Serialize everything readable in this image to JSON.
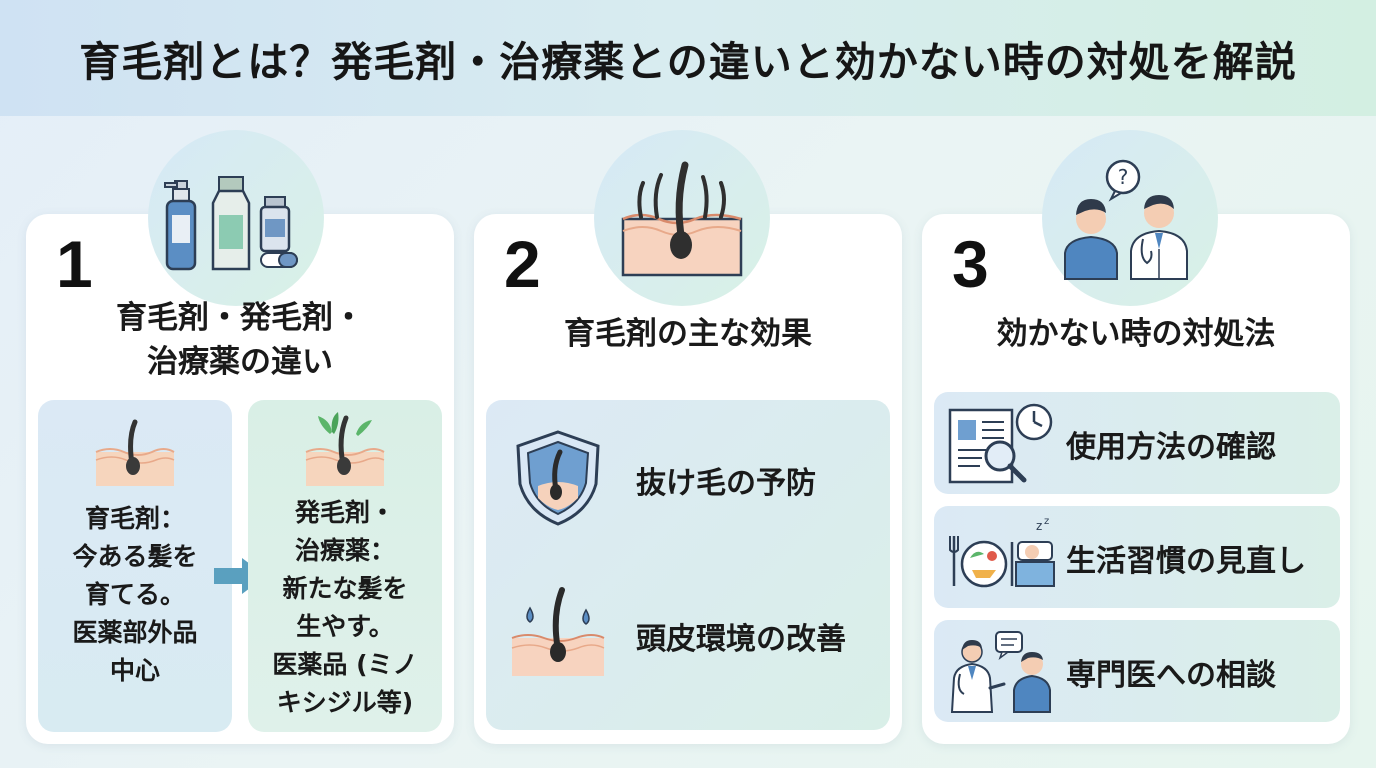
{
  "title": "育毛剤とは？発毛剤・治療薬との違いと効かない時の対処を解説",
  "cards": [
    {
      "number": "1",
      "title_line1": "育毛剤・発毛剤・",
      "title_line2": "治療薬の違い",
      "left_box": {
        "lines": [
          "育毛剤：",
          "今ある髪を",
          "育てる。",
          "医薬部外品",
          "中心"
        ]
      },
      "right_box": {
        "lines": [
          "発毛剤・",
          "治療薬：",
          "新たな髪を",
          "生やす。",
          "医薬品 (ミノ",
          "キシジル等)"
        ]
      }
    },
    {
      "number": "2",
      "title": "育毛剤の主な効果",
      "effects": [
        "抜け毛の予防",
        "頭皮環境の改善"
      ]
    },
    {
      "number": "3",
      "title": "効かない時の対処法",
      "actions": [
        "使用方法の確認",
        "生活習慣の見直し",
        "専門医への相談"
      ]
    }
  ]
}
